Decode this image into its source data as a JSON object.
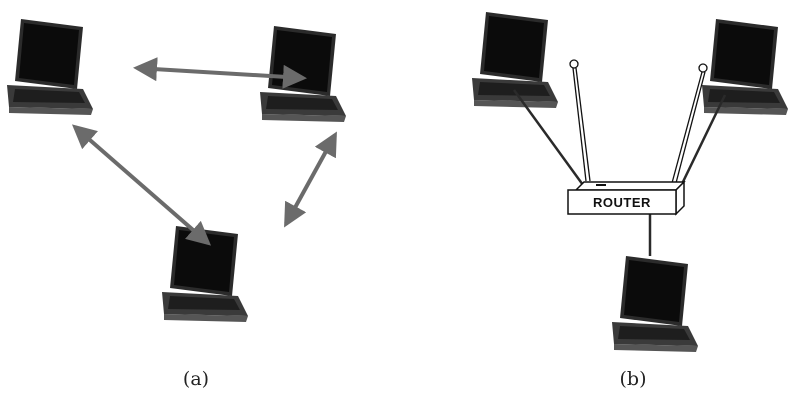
{
  "panels": {
    "a": {
      "caption": "(a)"
    },
    "b": {
      "caption": "(b)",
      "router_label": "ROUTER"
    }
  },
  "colors": {
    "arrow": "#6b6b6b",
    "screen": "#0b0b0b",
    "laptop_body": "#3a3a3a",
    "keyboard": "#1e1e1e",
    "cable": "#2a2a2a",
    "router_fill": "#ffffff"
  },
  "icons": {
    "laptop": "laptop-icon",
    "router": "router-icon",
    "antenna": "antenna-icon"
  }
}
